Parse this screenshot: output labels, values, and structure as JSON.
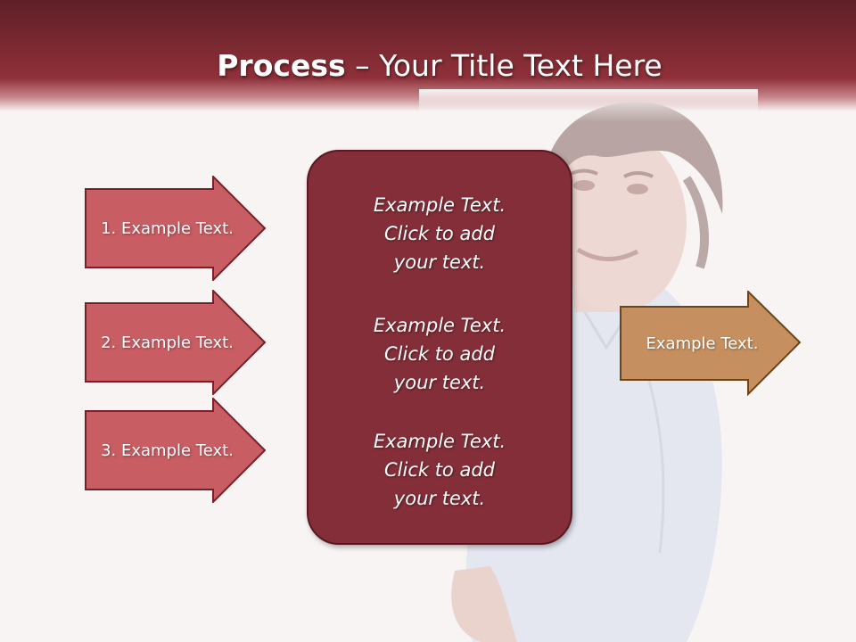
{
  "title": {
    "bold": "Process",
    "rest": " – Your Title Text Here"
  },
  "left_arrows": [
    {
      "label": "1. Example Text."
    },
    {
      "label": "2. Example Text."
    },
    {
      "label": "3. Example Text."
    }
  ],
  "center_box": {
    "blocks": [
      {
        "line1": "Example Text.",
        "line2": "Click  to add",
        "line3": "your text."
      },
      {
        "line1": "Example Text.",
        "line2": "Click  to add",
        "line3": "your text."
      },
      {
        "line1": "Example Text.",
        "line2": "Click  to add",
        "line3": "your text."
      }
    ]
  },
  "right_arrow": {
    "label": "Example Text."
  },
  "colors": {
    "header_dark": "#5e1f27",
    "header_red": "#8f3039",
    "arrow_fill": "#c85d63",
    "arrow_border": "#7a1f27",
    "center_fill": "#832e38",
    "right_arrow_fill": "#c58f5f",
    "right_arrow_border": "#6b4418",
    "background": "#f8f4f4"
  }
}
